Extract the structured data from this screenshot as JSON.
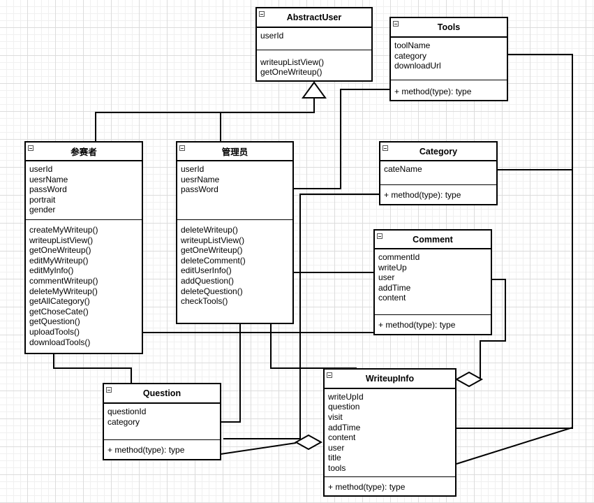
{
  "diagram": {
    "classes": {
      "abstract_user": {
        "name": "AbstractUser",
        "attributes": [
          "userId"
        ],
        "methods": [
          "writeupListView()",
          "getOneWriteup()"
        ]
      },
      "tools": {
        "name": "Tools",
        "attributes": [
          "toolName",
          "category",
          "downloadUrl"
        ],
        "methods": [
          "+ method(type): type"
        ]
      },
      "participant": {
        "name": "参赛者",
        "attributes": [
          "userId",
          "uesrName",
          "passWord",
          "portrait",
          "gender"
        ],
        "methods": [
          "createMyWriteup()",
          "writeupListView()",
          "getOneWriteup()",
          "editMyWriteup()",
          "editMyInfo()",
          "commentWriteup()",
          "deleteMyWriteup()",
          "getAllCategory()",
          "getChoseCate()",
          "getQuestion()",
          "uploadTools()",
          "downloadTools()"
        ]
      },
      "admin": {
        "name": "管理员",
        "attributes": [
          "userId",
          "uesrName",
          "passWord"
        ],
        "methods": [
          "deleteWriteup()",
          "writeupListView()",
          "getOneWriteup()",
          "deleteComment()",
          "editUserInfo()",
          "addQuestion()",
          "deleteQuestion()",
          "checkTools()"
        ]
      },
      "category": {
        "name": "Category",
        "attributes": [
          "cateName"
        ],
        "methods": [
          "+ method(type): type"
        ]
      },
      "comment": {
        "name": "Comment",
        "attributes": [
          "commentId",
          "writeUp",
          "user",
          "addTime",
          "content"
        ],
        "methods": [
          "+ method(type): type"
        ]
      },
      "question": {
        "name": "Question",
        "attributes": [
          "questionId",
          "category"
        ],
        "methods": [
          "+ method(type): type"
        ]
      },
      "writeup_info": {
        "name": "WriteupInfo",
        "attributes": [
          "writeUpId",
          "question",
          "visit",
          "addTime",
          "content",
          "user",
          "title",
          "tools"
        ],
        "methods": [
          "+ method(type): type"
        ]
      }
    }
  }
}
